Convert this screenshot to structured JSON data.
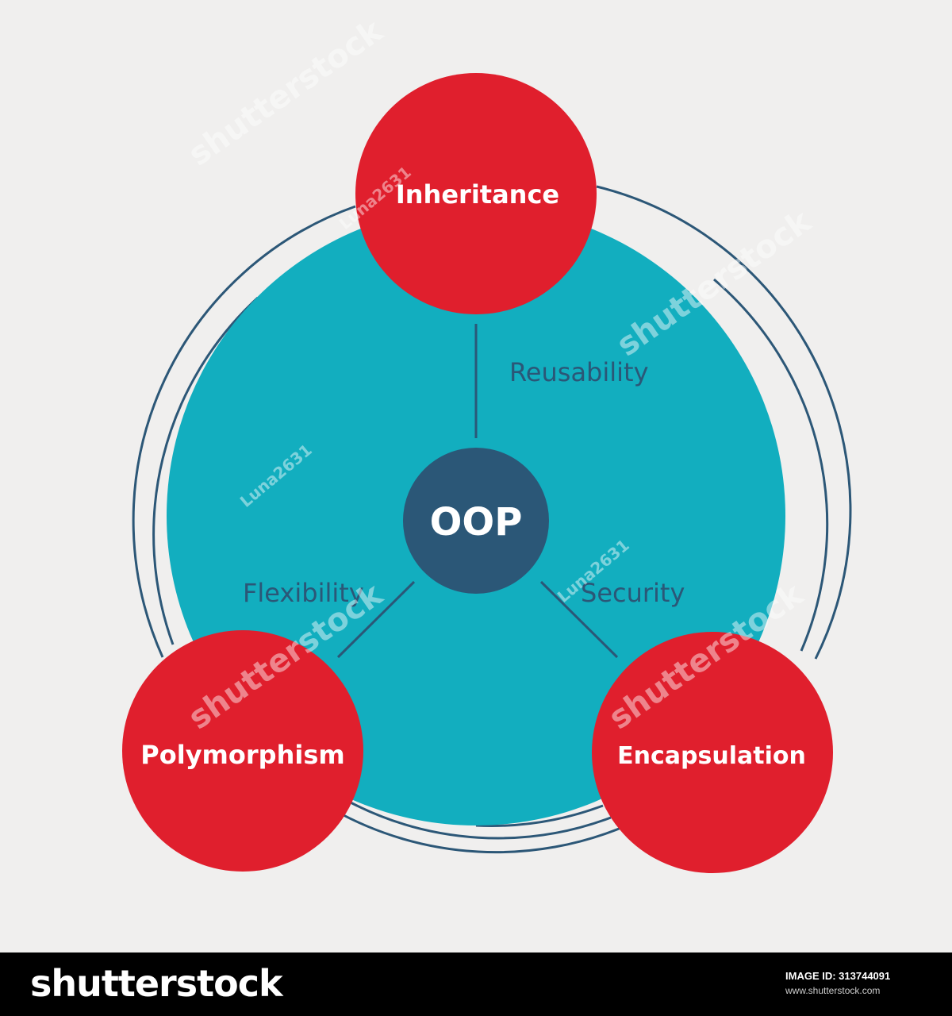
{
  "diagram": {
    "center_label": "OOP",
    "nodes": [
      {
        "label": "Inheritance",
        "relation": "Reusability"
      },
      {
        "label": "Polymorphism",
        "relation": "Flexibility"
      },
      {
        "label": "Encapsulation",
        "relation": "Security"
      }
    ]
  },
  "watermarks": {
    "brand": "shutterstock",
    "user": "Luna2631"
  },
  "footer": {
    "logo": "shutterstock",
    "image_id": "IMAGE ID: 313744091",
    "url": "www.shutterstock.com"
  },
  "colors": {
    "background": "#f0efee",
    "teal": "#12aebf",
    "red": "#e01f2d",
    "navy": "#2b5777",
    "ring": "#2c5777"
  }
}
